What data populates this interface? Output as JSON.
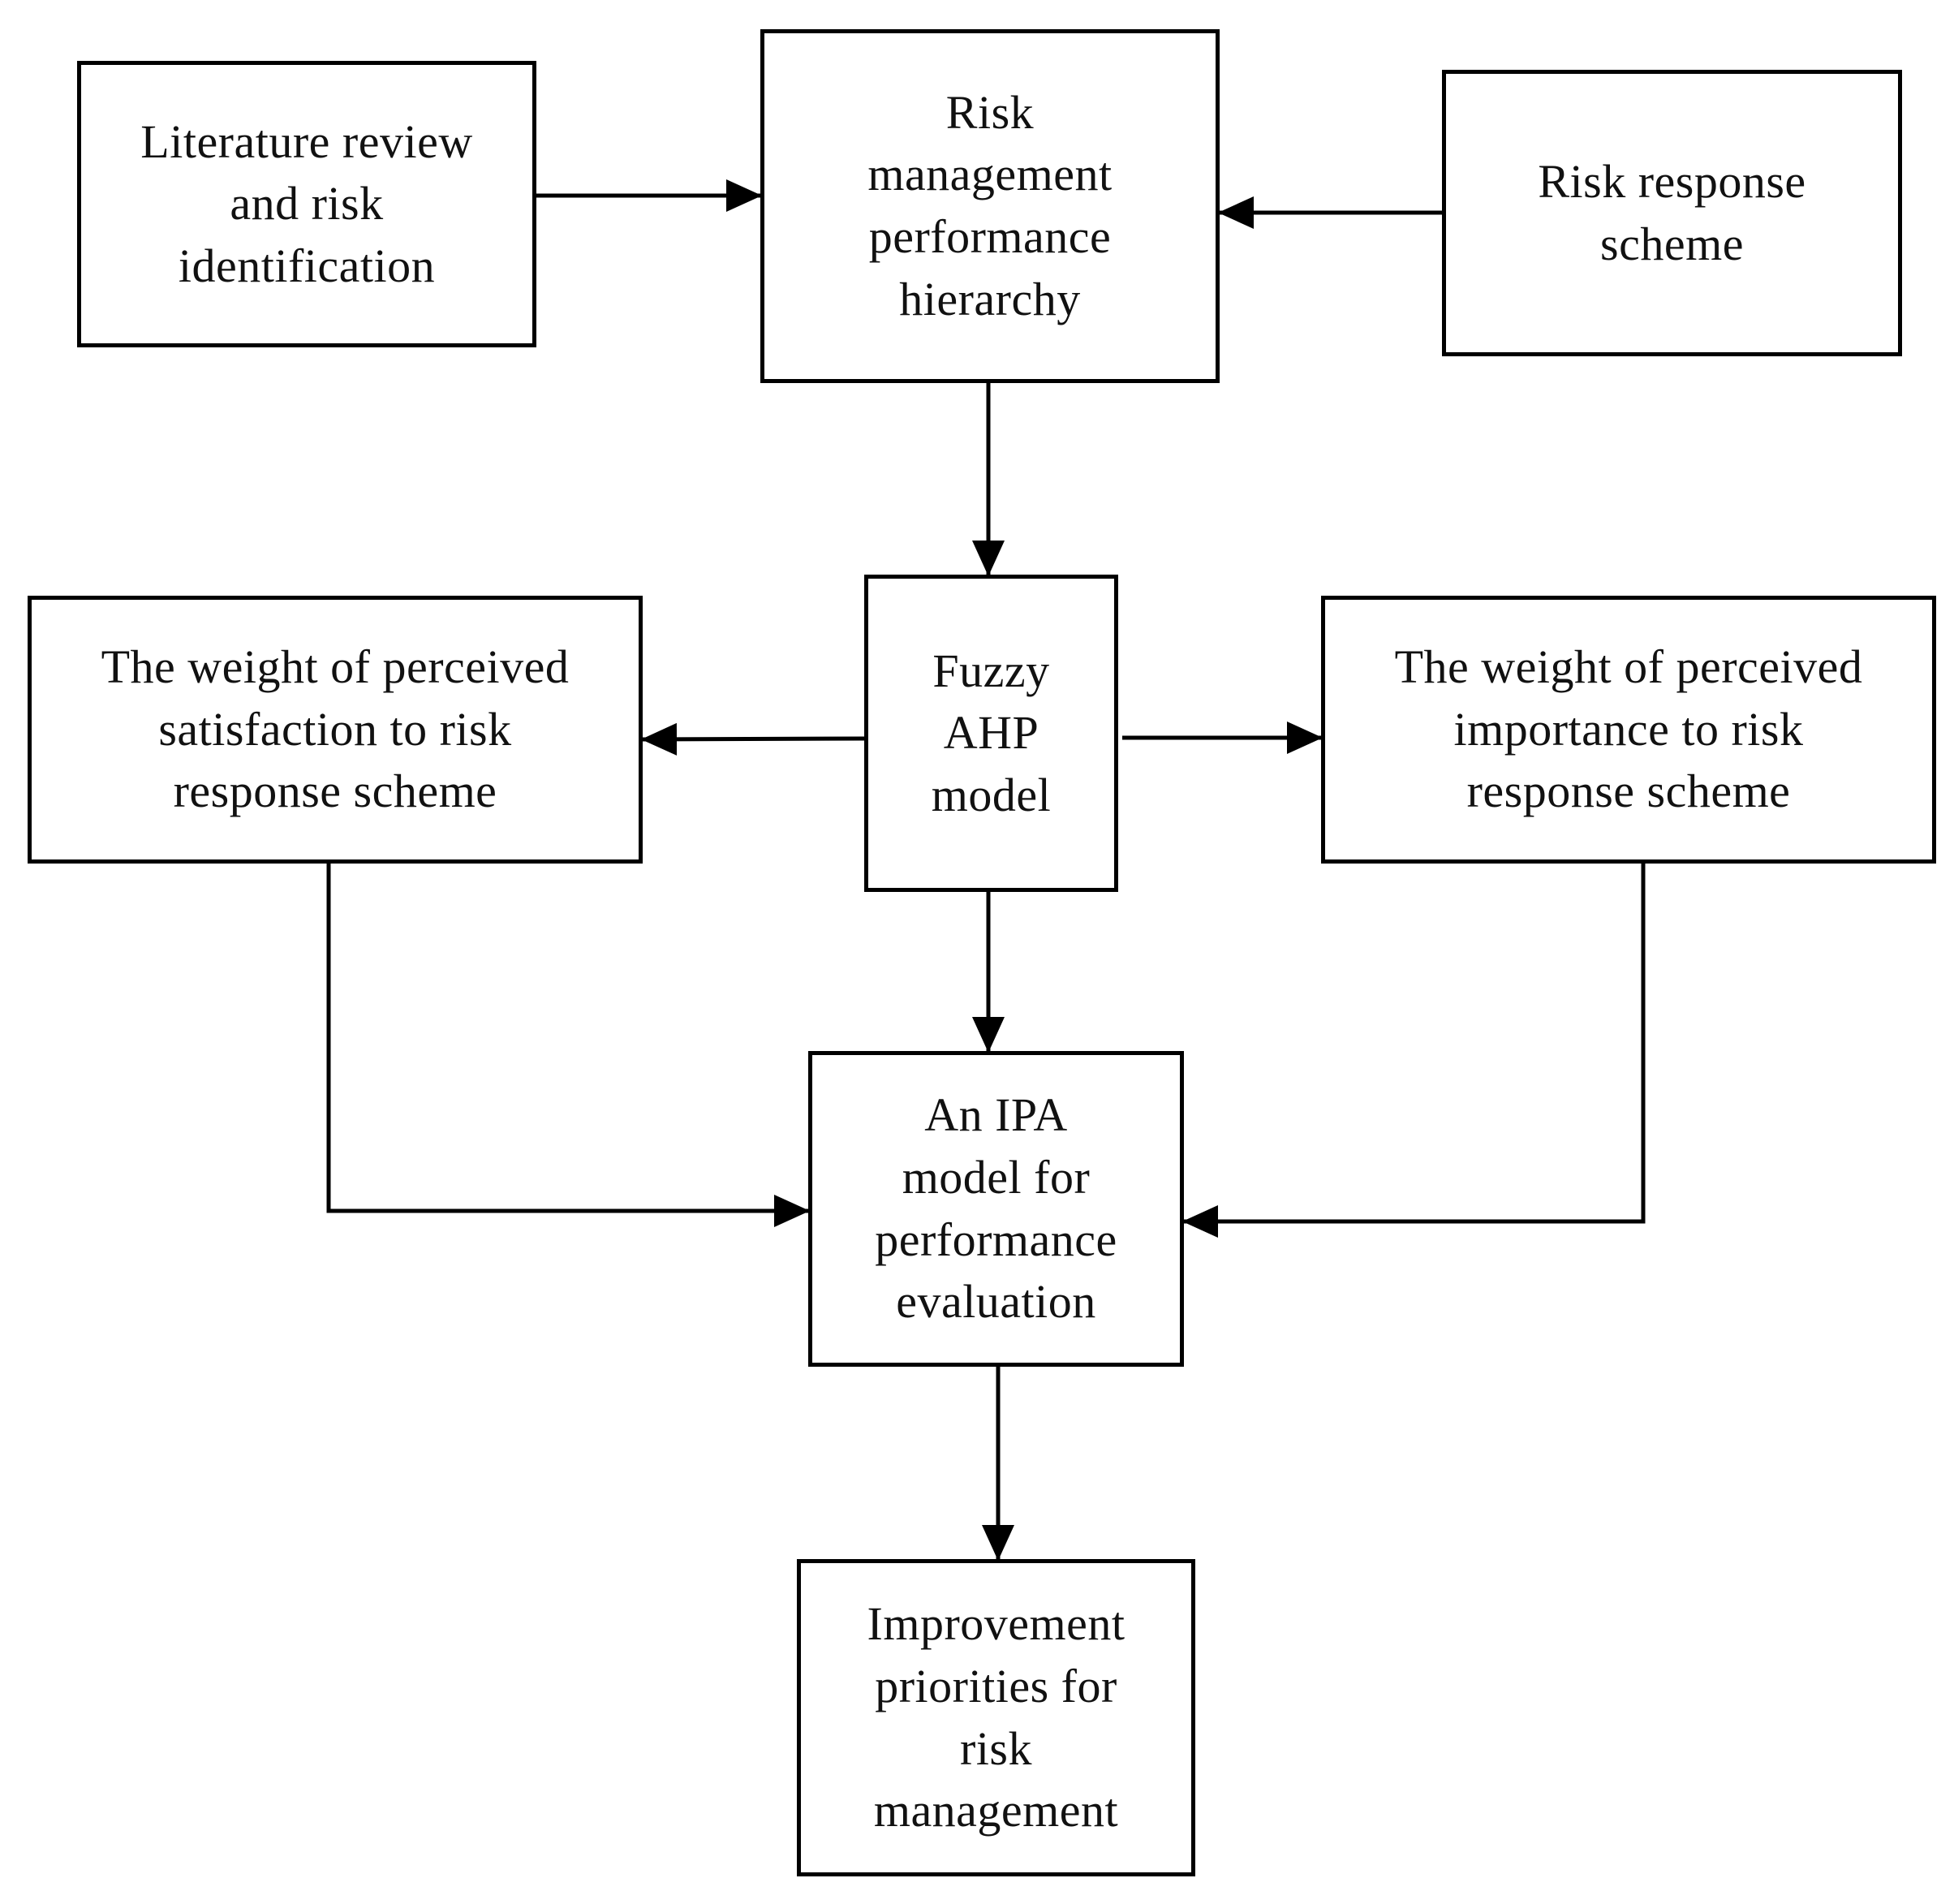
{
  "nodes": {
    "literature": "Literature review\nand risk\nidentification",
    "hierarchy": "Risk\nmanagement\nperformance\nhierarchy",
    "response": "Risk response\nscheme",
    "fuzzy": "Fuzzy\nAHP\nmodel",
    "satisfaction": "The weight of perceived\nsatisfaction to risk\nresponse scheme",
    "importance": "The weight of perceived\nimportance to risk\nresponse scheme",
    "ipa": "An IPA\nmodel for\nperformance\nevaluation",
    "priorities": "Improvement\npriorities for\nrisk\nmanagement"
  },
  "edges": [
    {
      "from": "Literature review and risk identification",
      "to": "Risk management performance hierarchy"
    },
    {
      "from": "Risk response scheme",
      "to": "Risk management performance hierarchy"
    },
    {
      "from": "Risk management performance hierarchy",
      "to": "Fuzzy AHP model"
    },
    {
      "from": "Fuzzy AHP model",
      "to": "The weight of perceived satisfaction to risk response scheme"
    },
    {
      "from": "Fuzzy AHP model",
      "to": "The weight of perceived importance to risk response scheme"
    },
    {
      "from": "Fuzzy AHP model",
      "to": "An IPA model for performance evaluation"
    },
    {
      "from": "The weight of perceived satisfaction to risk response scheme",
      "to": "An IPA model for performance evaluation"
    },
    {
      "from": "The weight of perceived importance to risk response scheme",
      "to": "An IPA model for performance evaluation"
    },
    {
      "from": "An IPA model for performance evaluation",
      "to": "Improvement priorities for risk management"
    }
  ],
  "colors": {
    "stroke": "#000000",
    "background": "#ffffff",
    "text": "#111111"
  }
}
